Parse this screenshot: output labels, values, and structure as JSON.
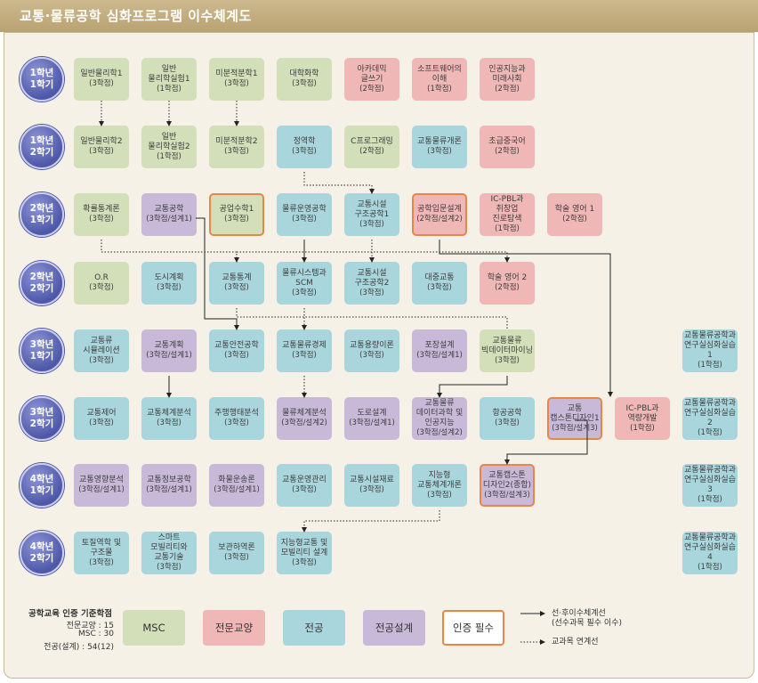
{
  "title": "교통·물류공학 심화프로그램 이수체계도",
  "colors": {
    "msc": "#d2dfb8",
    "gen": "#efb7b5",
    "maj": "#a9d6dd",
    "des": "#c8b9d8",
    "required_border": "#e8864a",
    "semester_circle": "#4e58a8"
  },
  "semesters": [
    {
      "year": "1학년",
      "term": "1학기"
    },
    {
      "year": "1학년",
      "term": "2학기"
    },
    {
      "year": "2학년",
      "term": "1학기"
    },
    {
      "year": "2학년",
      "term": "2학기"
    },
    {
      "year": "3학년",
      "term": "1학기"
    },
    {
      "year": "3학년",
      "term": "2학기"
    },
    {
      "year": "4학년",
      "term": "1학기"
    },
    {
      "year": "4학년",
      "term": "2학기"
    }
  ],
  "rows": [
    [
      {
        "name": [
          "일반물리학1"
        ],
        "credit": "(3학점)",
        "type": "msc"
      },
      {
        "name": [
          "일반",
          "물리학실험1"
        ],
        "credit": "(1학점)",
        "type": "msc"
      },
      {
        "name": [
          "미분적분학1"
        ],
        "credit": "(3학점)",
        "type": "msc"
      },
      {
        "name": [
          "대학화학"
        ],
        "credit": "(3학점)",
        "type": "msc"
      },
      {
        "name": [
          "아카데믹",
          "글쓰기"
        ],
        "credit": "(2학점)",
        "type": "gen"
      },
      {
        "name": [
          "소프트웨어의",
          "이해"
        ],
        "credit": "(1학점)",
        "type": "gen"
      },
      {
        "name": [
          "인공지능과",
          "미래사회"
        ],
        "credit": "(2학점)",
        "type": "gen"
      }
    ],
    [
      {
        "name": [
          "일반물리학2"
        ],
        "credit": "(3학점)",
        "type": "msc"
      },
      {
        "name": [
          "일반",
          "물리학실험2"
        ],
        "credit": "(1학점)",
        "type": "msc"
      },
      {
        "name": [
          "미분적분학2"
        ],
        "credit": "(3학점)",
        "type": "msc"
      },
      {
        "name": [
          "정역학"
        ],
        "credit": "(3학점)",
        "type": "maj"
      },
      {
        "name": [
          "C프로그래밍"
        ],
        "credit": "(2학점)",
        "type": "msc"
      },
      {
        "name": [
          "교통물류개론"
        ],
        "credit": "(3학점)",
        "type": "maj"
      },
      {
        "name": [
          "초급중국어"
        ],
        "credit": "(2학점)",
        "type": "gen"
      }
    ],
    [
      {
        "name": [
          "확률통계론"
        ],
        "credit": "(3학점)",
        "type": "msc"
      },
      {
        "name": [
          "교통공학"
        ],
        "credit": "(3학점/설계1)",
        "type": "des"
      },
      {
        "name": [
          "공업수학1"
        ],
        "credit": "(3학점)",
        "type": "msc",
        "req": true
      },
      {
        "name": [
          "물류운영공학"
        ],
        "credit": "(3학점)",
        "type": "maj"
      },
      {
        "name": [
          "교통시설",
          "구조공학1"
        ],
        "credit": "(3학점)",
        "type": "maj"
      },
      {
        "name": [
          "공학입문설계"
        ],
        "credit": "(2학점/설계2)",
        "type": "gen",
        "req": true
      },
      {
        "name": [
          "IC-PBL과",
          "취창업",
          "진로탐색"
        ],
        "credit": "(1학점)",
        "type": "gen"
      },
      {
        "name": [
          "학술 영어 1"
        ],
        "credit": "(2학점)",
        "type": "gen"
      }
    ],
    [
      {
        "name": [
          "O.R"
        ],
        "credit": "(3학점)",
        "type": "msc"
      },
      {
        "name": [
          "도시계획"
        ],
        "credit": "(3학점)",
        "type": "maj"
      },
      {
        "name": [
          "교통통계"
        ],
        "credit": "(3학점)",
        "type": "maj"
      },
      {
        "name": [
          "물류시스템과",
          "SCM"
        ],
        "credit": "(3학점)",
        "type": "maj"
      },
      {
        "name": [
          "교통시설",
          "구조공학2"
        ],
        "credit": "(3학점)",
        "type": "maj"
      },
      {
        "name": [
          "대중교통"
        ],
        "credit": "(3학점)",
        "type": "maj"
      },
      {
        "name": [
          "학술 영어 2"
        ],
        "credit": "(2학점)",
        "type": "gen"
      }
    ],
    [
      {
        "name": [
          "교통류",
          "시뮬레이션"
        ],
        "credit": "(3학점)",
        "type": "maj"
      },
      {
        "name": [
          "교통계획"
        ],
        "credit": "(3학점/설계1)",
        "type": "des"
      },
      {
        "name": [
          "교통안전공학"
        ],
        "credit": "(3학점)",
        "type": "maj"
      },
      {
        "name": [
          "교통물류경제"
        ],
        "credit": "(3학점)",
        "type": "maj"
      },
      {
        "name": [
          "교통용량이론"
        ],
        "credit": "(3학점)",
        "type": "maj"
      },
      {
        "name": [
          "포장설계"
        ],
        "credit": "(3학점/설계1)",
        "type": "des"
      },
      {
        "name": [
          "교통물류",
          "빅데이터마이닝"
        ],
        "credit": "(3학점)",
        "type": "msc"
      },
      {
        "name": [
          "교통물류공학과",
          "연구실심화실습1"
        ],
        "credit": "(1학점)",
        "type": "maj"
      }
    ],
    [
      {
        "name": [
          "교통제어"
        ],
        "credit": "(3학점)",
        "type": "maj"
      },
      {
        "name": [
          "교통체계분석"
        ],
        "credit": "(3학점)",
        "type": "maj"
      },
      {
        "name": [
          "주행행태분석"
        ],
        "credit": "(3학점)",
        "type": "maj"
      },
      {
        "name": [
          "물류체계분석"
        ],
        "credit": "(3학점/설계2)",
        "type": "des"
      },
      {
        "name": [
          "도로설계"
        ],
        "credit": "(3학점/설계1)",
        "type": "des"
      },
      {
        "name": [
          "교통물류",
          "데이터과학 및",
          "인공지능"
        ],
        "credit": "(3학점/설계2)",
        "type": "des"
      },
      {
        "name": [
          "항공공학"
        ],
        "credit": "(3학점)",
        "type": "maj"
      },
      {
        "name": [
          "교통",
          "캡스톤디자인1"
        ],
        "credit": "(3학점/설계3)",
        "type": "des",
        "req": true
      },
      {
        "name": [
          "IC-PBL과",
          "역량개발"
        ],
        "credit": "(1학점)",
        "type": "gen"
      },
      {
        "name": [
          "교통물류공학과",
          "연구실심화실습2"
        ],
        "credit": "(1학점)",
        "type": "maj"
      }
    ],
    [
      {
        "name": [
          "교통영향분석"
        ],
        "credit": "(3학점/설계1)",
        "type": "des"
      },
      {
        "name": [
          "교통정보공학"
        ],
        "credit": "(3학점/설계1)",
        "type": "des"
      },
      {
        "name": [
          "화물운송론"
        ],
        "credit": "(3학점/설계1)",
        "type": "des"
      },
      {
        "name": [
          "교통운영관리"
        ],
        "credit": "(3학점)",
        "type": "maj"
      },
      {
        "name": [
          "교통시설재료"
        ],
        "credit": "(3학점)",
        "type": "maj"
      },
      {
        "name": [
          "지능형",
          "교통체계개론"
        ],
        "credit": "(3학점)",
        "type": "maj"
      },
      {
        "name": [
          "교통캡스톤",
          "디자인2(종합)"
        ],
        "credit": "(3학점/설계3)",
        "type": "des",
        "req": true
      },
      {
        "name": [
          "교통물류공학과",
          "연구실심화실습3"
        ],
        "credit": "(1학점)",
        "type": "maj"
      }
    ],
    [
      {
        "name": [
          "토질역학 및",
          "구조물"
        ],
        "credit": "(3학점)",
        "type": "maj"
      },
      {
        "name": [
          "스마트",
          "모빌리티와",
          "교통기술"
        ],
        "credit": "(3학점)",
        "type": "maj"
      },
      {
        "name": [
          "보관하역론"
        ],
        "credit": "(3학점)",
        "type": "maj"
      },
      {
        "name": [
          "지능형교통 및",
          "모빌리티 설계"
        ],
        "credit": "(3학점)",
        "type": "maj"
      },
      {
        "name": [
          "교통물류공학과",
          "연구실심화실습4"
        ],
        "credit": "(1학점)",
        "type": "maj"
      }
    ]
  ],
  "legend": {
    "title": "공학교육 인증 기준학점",
    "lines": [
      "전문교양 : 15",
      "MSC : 30",
      "전공(설계) : 54(12)"
    ],
    "msc": "MSC",
    "gen": "전문교양",
    "maj": "전공",
    "des": "전공설계",
    "req": "인증 필수",
    "solid_line_1": "선·후이수체계선",
    "solid_line_2": "(선수과목 필수 이수)",
    "dotted_line": "교과목 연계선"
  }
}
